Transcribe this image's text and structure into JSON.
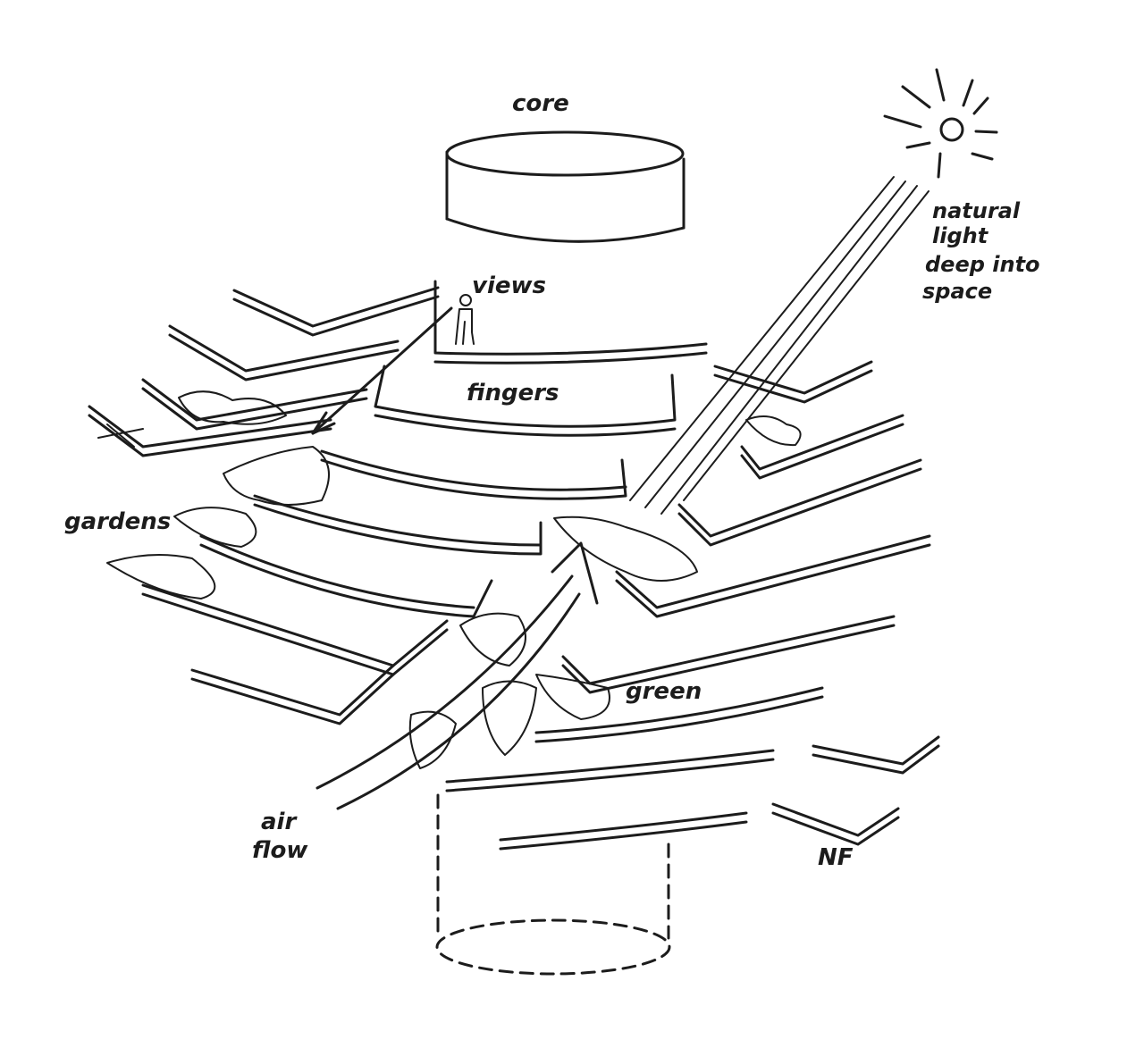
{
  "labels": {
    "core": "core",
    "views": "views",
    "fingers": "fingers",
    "natural_light_1": "natural",
    "natural_light_2": "light",
    "natural_light_3": "deep into",
    "natural_light_4": "space",
    "gardens": "gardens",
    "green": "green",
    "air_1": "air",
    "air_2": "flow",
    "nf": "NF"
  },
  "icons": [
    "sun-icon",
    "person-icon",
    "arrow-icon"
  ],
  "colors": {
    "ink": "#1c1c1c",
    "paper": "#ffffff"
  }
}
